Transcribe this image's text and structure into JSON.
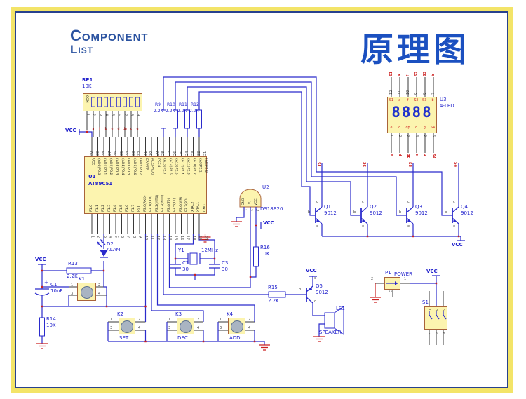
{
  "titles": {
    "component": "Component",
    "list": "List",
    "cn": "原理图"
  },
  "vcc": "VCC",
  "rp1": {
    "ref": "RP1",
    "value": "10K",
    "com": "COM",
    "pins": [
      "1",
      "2",
      "3",
      "4",
      "5",
      "6",
      "7",
      "8",
      "9"
    ],
    "segments": [
      "a",
      "f",
      "b",
      "e",
      "d",
      "dp",
      "c",
      "g"
    ]
  },
  "pullups": {
    "refs": [
      "R9",
      "R10",
      "R11",
      "R12"
    ],
    "values": [
      "2.2K",
      "2.2K",
      "2.2K",
      "2.2K"
    ]
  },
  "u1": {
    "ref": "U1",
    "part": "AT89C51",
    "top_pins": [
      "40",
      "39",
      "38",
      "37",
      "36",
      "35",
      "34",
      "33",
      "32",
      "31",
      "30",
      "29",
      "28",
      "27",
      "26",
      "25",
      "24",
      "23",
      "22",
      "21"
    ],
    "top_labels": [
      "VCC",
      "(AD0)P0.0",
      "(AD1)P0.1",
      "(AD2)P0.2",
      "(AD3)P0.3",
      "(AD4)P0.4",
      "(AD5)P0.5",
      "(AD6)P0.6",
      "(AD7)P0.7",
      "EA/VPP",
      "ALE/PROG",
      "PSEN",
      "(A15)P2.7",
      "(A14)P2.6",
      "(A13)P2.5",
      "(A12)P2.4",
      "(A11)P2.3",
      "(A10)P2.2",
      "(A9)P2.1",
      "(A8)P2.0"
    ],
    "bottom_pins": [
      "1",
      "2",
      "3",
      "4",
      "5",
      "6",
      "7",
      "8",
      "9",
      "10",
      "11",
      "12",
      "13",
      "14",
      "15",
      "16",
      "17",
      "18",
      "19",
      "20"
    ],
    "bottom_labels": [
      "P1.0",
      "P1.1",
      "P1.2",
      "P1.3",
      "P1.4",
      "P1.5",
      "P1.6",
      "P1.7",
      "RST",
      "P3.0(RXD)",
      "P3.1(TXD)",
      "P3.2(INT0)",
      "P3.3(INT1)",
      "P3.4(T0)",
      "P3.5(T1)",
      "P3.6(WR)",
      "P3.7(RD)",
      "XTAL2",
      "XTAL1",
      "GND"
    ]
  },
  "u2": {
    "ref": "U2",
    "part": "DS18B20",
    "pin_names": [
      "GND",
      "DQ",
      "VCC"
    ],
    "pins": [
      "1",
      "2",
      "3"
    ]
  },
  "u3": {
    "ref": "U3",
    "part": "4-LED",
    "digits": "8888",
    "top_pins": [
      "12",
      "11",
      "10",
      "9",
      "8",
      "7"
    ],
    "top_nets": [
      "S1",
      "a",
      "f",
      "S2",
      "S3",
      "b"
    ],
    "inside_top": [
      "S1",
      "a",
      "f",
      "S2",
      "S3",
      "b"
    ],
    "bottom_pins": [
      "1",
      "2",
      "3",
      "4",
      "5",
      "6"
    ],
    "bottom_nets": [
      "e",
      "d",
      "dp",
      "c",
      "g",
      "S4"
    ],
    "inside_bottom": [
      "e",
      "d",
      "dp",
      "c",
      "g",
      "S4"
    ]
  },
  "transistors": {
    "refs": [
      "Q1",
      "Q2",
      "Q3",
      "Q4"
    ],
    "value": "9012",
    "nets": [
      "S1",
      "S2",
      "S3",
      "S4"
    ],
    "b": "b",
    "c": "c",
    "e": "e"
  },
  "q5": {
    "ref": "Q5",
    "value": "9012"
  },
  "r13": {
    "ref": "R13",
    "value": "2.2K"
  },
  "r14": {
    "ref": "R14",
    "value": "10K"
  },
  "r15": {
    "ref": "R15",
    "value": "2.2K"
  },
  "r16": {
    "ref": "R16",
    "value": "10K"
  },
  "c1": {
    "plus": "+",
    "ref": "C1",
    "value": "10uF"
  },
  "c2": {
    "ref": "C2",
    "value": "30"
  },
  "c3": {
    "ref": "C3",
    "value": "30"
  },
  "y1": {
    "ref": "Y1",
    "value": "12MHz"
  },
  "d2": {
    "ref": "D2",
    "label": "ALAM"
  },
  "keys": {
    "k1": "K1",
    "k2": "K2",
    "k3": "K3",
    "k4": "K4",
    "set": "SET",
    "dec": "DEC",
    "add": "ADD",
    "p1": "1",
    "p2": "2",
    "p3": "3",
    "p4": "4"
  },
  "ls1": {
    "ref": "LS1",
    "label": "SPEAKER"
  },
  "p1": {
    "ref": "P1",
    "label": "POWER",
    "pin1": "1",
    "pin2": "2",
    "pin3": "3"
  },
  "s1": {
    "ref": "S1",
    "top_pins": [
      "1",
      "3",
      "5"
    ],
    "bottom_pins": [
      "2",
      "4",
      "6"
    ]
  }
}
